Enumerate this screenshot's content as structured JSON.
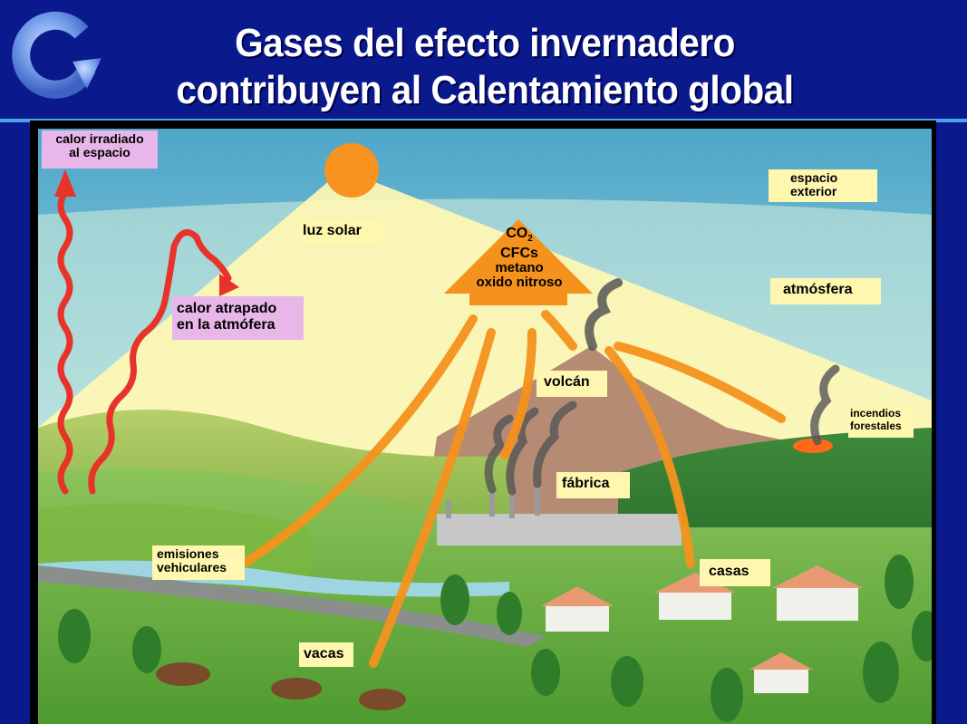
{
  "title": {
    "line1": "Gases del efecto invernadero",
    "line2": "contribuyen al Calentamiento global"
  },
  "logo_icon": "circular-arrow-icon",
  "labels": {
    "calor_irradiado": "calor irradiado",
    "al_espacio": "al espacio",
    "luz_solar": "luz solar",
    "co2": "CO",
    "co2_sub": "2",
    "cfcs": "CFCs",
    "metano": "metano",
    "oxido_nitroso": "oxido nitroso",
    "espacio": "espacio",
    "exterior": "exterior",
    "calor_atrapado": "calor atrapado",
    "en_la_atmofera": "en la atmófera",
    "atmosfera": "atmósfera",
    "volcan": "volcán",
    "incendios": "incendios",
    "forestales": "forestales",
    "fabrica": "fábrica",
    "emisiones": "emisiones",
    "vehiculares": "vehiculares",
    "casas": "casas",
    "vacas": "vacas"
  },
  "colors": {
    "background": "#0a1a8c",
    "accent_rule": "#4aa3e6",
    "label_yellow": "#fff7b0",
    "label_pink": "#e8b6e8",
    "arrow_orange": "#f5921e",
    "sun": "#f7931e",
    "heat_wave": "#e8332a"
  }
}
